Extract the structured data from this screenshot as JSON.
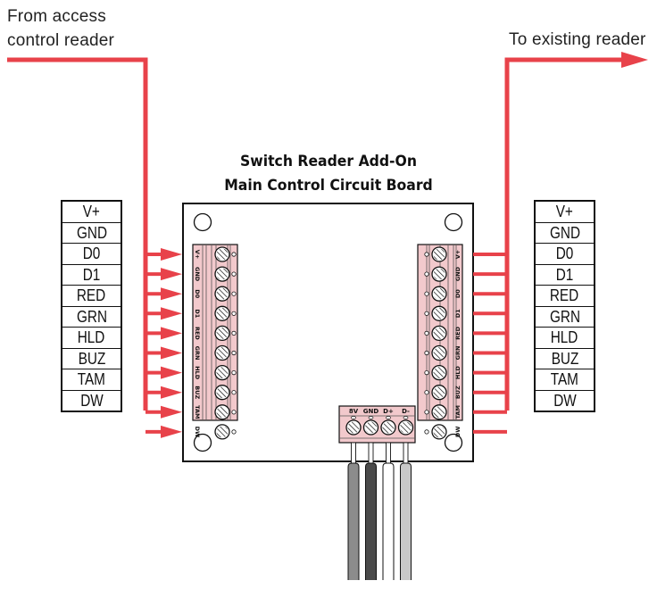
{
  "labels": {
    "from_reader_line1": "From access",
    "from_reader_line2": "control reader",
    "to_reader": "To existing reader",
    "board_title_line1": "Switch Reader Add-On",
    "board_title_line2": "Main Control Circuit Board"
  },
  "left_pin_table": [
    "V+",
    "GND",
    "D0",
    "D1",
    "RED",
    "GRN",
    "HLD",
    "BUZ",
    "TAM",
    "DW"
  ],
  "right_pin_table": [
    "V+",
    "GND",
    "D0",
    "D1",
    "RED",
    "GRN",
    "HLD",
    "BUZ",
    "TAM",
    "DW"
  ],
  "left_terminal_labels": [
    "V+",
    "GND",
    "D0",
    "D1",
    "RED",
    "GRN",
    "HLD",
    "BUZ",
    "TAM",
    "DW"
  ],
  "right_terminal_labels": [
    "V+",
    "GND",
    "D0",
    "D1",
    "RED",
    "GRN",
    "HLD",
    "BUZ",
    "TAM",
    "DW"
  ],
  "bottom_terminal_labels": [
    "8V",
    "GND",
    "D+",
    "D-"
  ],
  "bottom_wire_colors": [
    "#8c8c8c",
    "#4a4a4a",
    "#ffffff",
    "#c8c8c8"
  ],
  "colors": {
    "wire_red": "#e8424a",
    "terminal_pink": "#f2c9cc",
    "outline": "#111111"
  }
}
